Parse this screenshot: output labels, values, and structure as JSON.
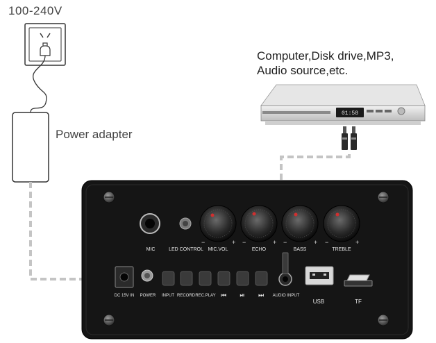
{
  "voltage_label": "100-240V",
  "adapter_label": "Power adapter",
  "source_caption": {
    "line1": "Computer,Disk drive,MP3,",
    "line2": "Audio source,etc."
  },
  "player": {
    "display_text": "01:58"
  },
  "panel": {
    "mic": "MIC",
    "led_control": "LED CONTROL",
    "mic_vol": "MIC.VOL",
    "echo": "ECHO",
    "bass": "BASS",
    "treble": "TREBLE",
    "dc_in": "DC 15V IN",
    "power": "POWER",
    "input": "INPUT",
    "record": "RECORD",
    "rec_play": "REC.PLAY",
    "prev_symbol": "⏮",
    "playpause_symbol": "⏯",
    "next_symbol": "⏭",
    "audio_input": "AUDIO INPUT",
    "usb": "USB",
    "tf": "TF"
  },
  "colors": {
    "panel": "#151515",
    "cable": "#c4c4c4",
    "line": "#333333"
  }
}
